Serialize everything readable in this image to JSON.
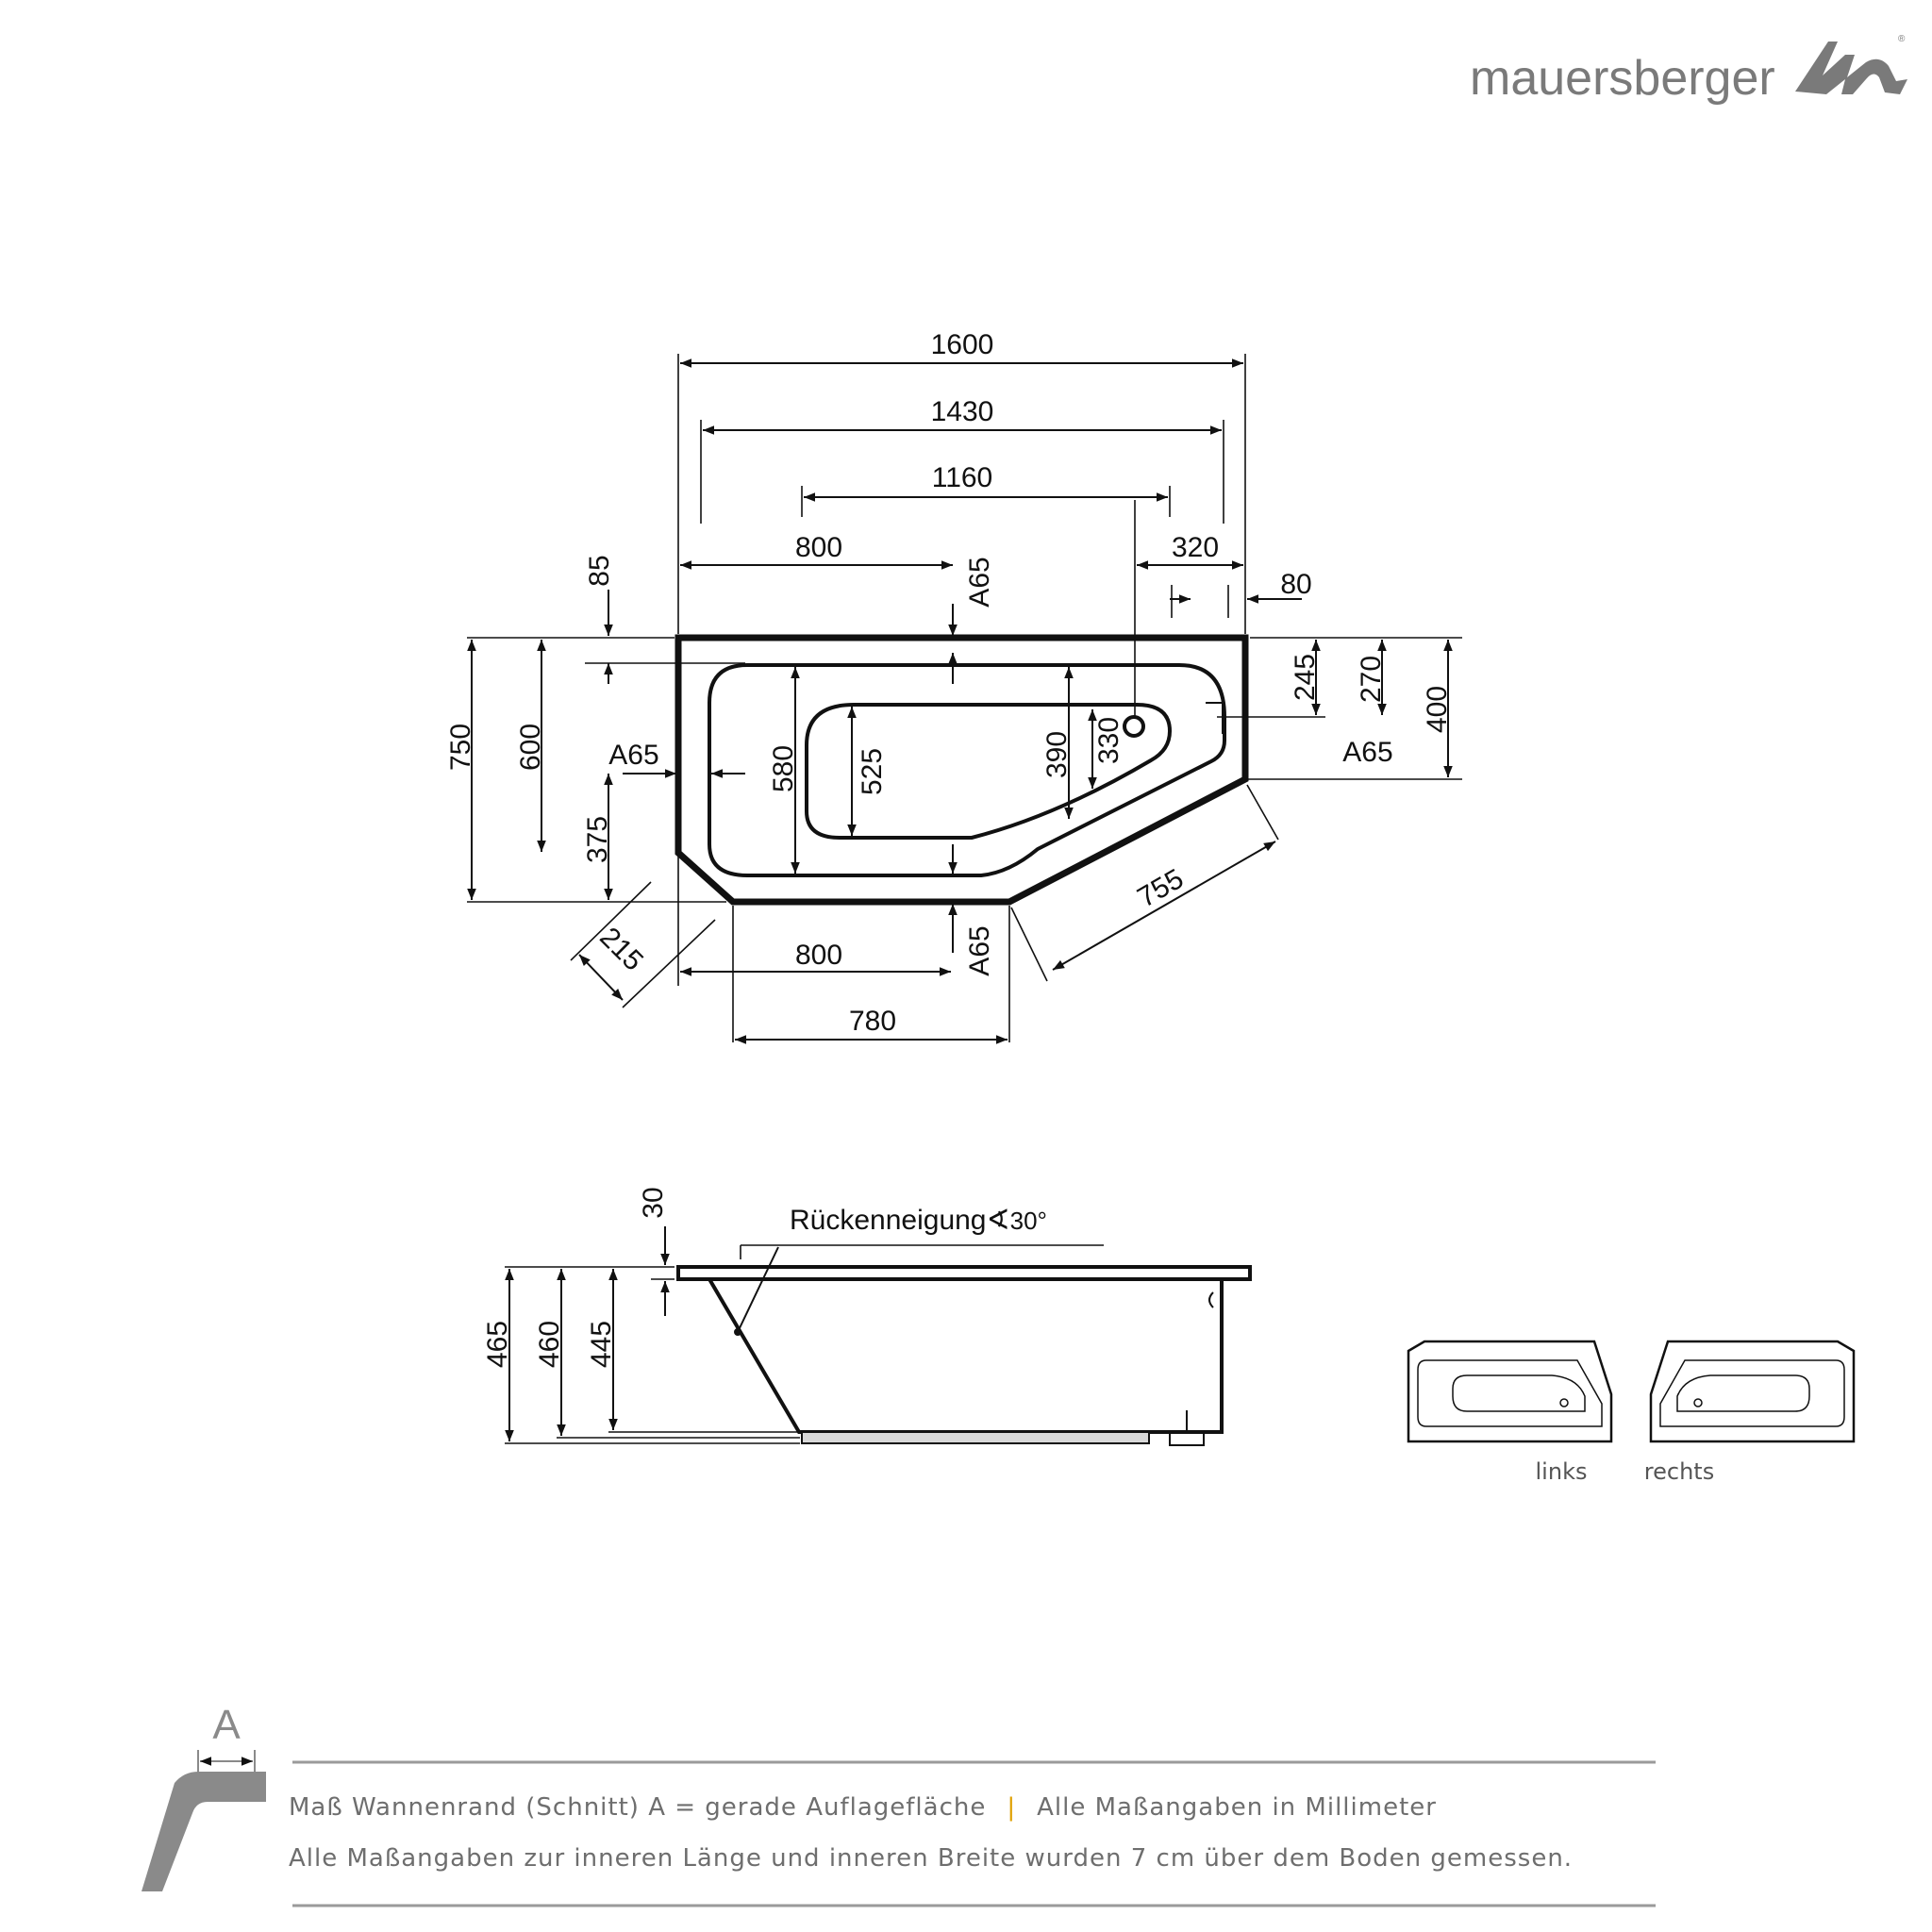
{
  "brand": {
    "name": "mauersberger",
    "registered": "®",
    "mark_color": "#7a7a7a"
  },
  "top_view": {
    "dims": {
      "d1600": "1600",
      "d1430": "1430",
      "d1160": "1160",
      "d800_top": "800",
      "d320": "320",
      "d80": "80",
      "d85": "85",
      "a65_top": "A65",
      "d750": "750",
      "d600": "600",
      "d375": "375",
      "a65_left": "A65",
      "d580": "580",
      "d525": "525",
      "d390": "390",
      "d330": "330",
      "d245": "245",
      "d270": "270",
      "d400": "400",
      "a65_right": "A65",
      "d755": "755",
      "d215": "215",
      "d800_bottom": "800",
      "a65_bottom": "A65",
      "d780": "780"
    }
  },
  "side_view": {
    "dims": {
      "d30": "30",
      "d465": "465",
      "d460": "460",
      "d445": "445"
    },
    "back_slope_label": "Rückenneigung",
    "back_slope_symbol": "∢",
    "back_slope_angle": "30°"
  },
  "variants": {
    "left_label": "links",
    "right_label": "rechts"
  },
  "footer": {
    "rim_symbol": "A",
    "line1_a": "Maß Wannenrand (Schnitt) A = gerade Auflagefläche",
    "separator": "|",
    "line1_b": "Alle Maßangaben in Millimeter",
    "line2": "Alle Maßangaben zur inneren Länge und inneren Breite wurden 7 cm über dem Boden gemessen.",
    "separator_color": "#e0a000"
  }
}
